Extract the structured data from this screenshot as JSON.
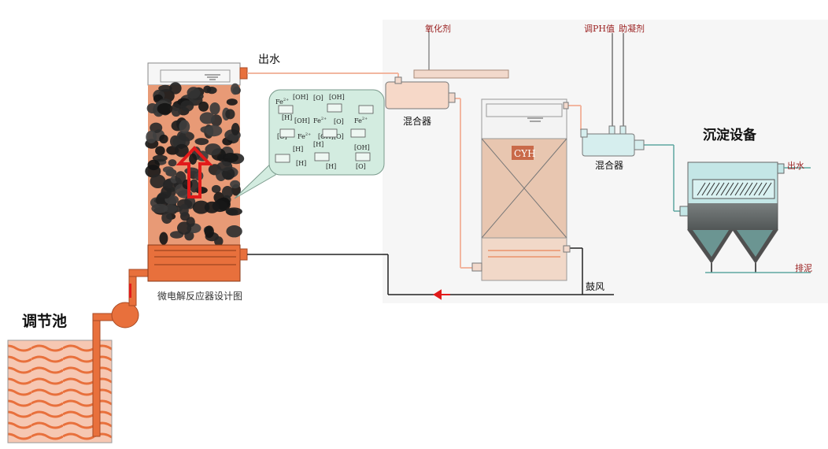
{
  "labels": {
    "regulating_tank": "调节池",
    "outlet_water": "出水",
    "oxidant": "氧化剂",
    "mixer_top": "混合器",
    "mixer_right": "混合器",
    "adjust_ph": "调PH值",
    "coagulant_aid": "助凝剂",
    "sedimentation": "沉淀设备",
    "discharge_water": "出水",
    "sludge_discharge": "排泥",
    "aeration": "鼓风",
    "reactor_caption": "微电解反应器设计图",
    "cyh": "CYH"
  },
  "bubble": {
    "ions": [
      "Fe",
      "[OH]",
      "[O]",
      "[OH]",
      "[H]",
      "[OH]",
      "Fe",
      "[O]",
      "Fe",
      "[O]",
      "[H]",
      "Fe",
      "[H]",
      "[OH]",
      "[O]",
      "[OH]",
      "[H]",
      "[H]",
      "[O]"
    ],
    "superscript": "2+"
  },
  "colors": {
    "reactor_orange": "#e8703c",
    "pipe_light": "#f2b6a0",
    "cyh_fill": "#ead0c0",
    "bubble_fill": "#d3ece0",
    "sed_fill": "#c4e6e6",
    "pipe_teal": "#5ea7a0",
    "arrow_red": "#e11a1a"
  }
}
